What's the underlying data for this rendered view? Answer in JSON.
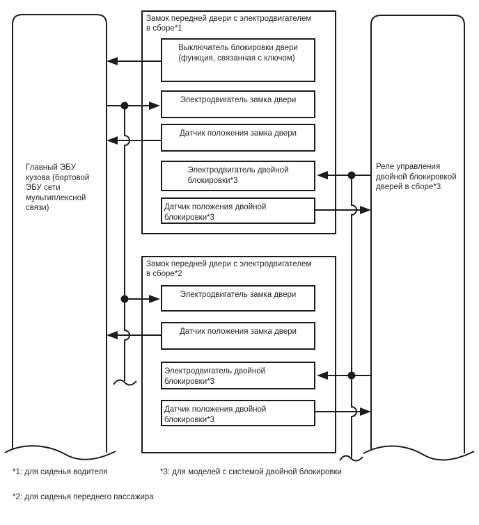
{
  "diagram": {
    "main_ecu": {
      "label": "Главный ЭБУ\nкузова (бортовой\nЭБУ сети\nмультиплексной\nсвязи)"
    },
    "relay": {
      "label": "Реле управления\nдвойной блокировкой\nдверей в сборе*3"
    },
    "lock1": {
      "title": "Замок передней двери с электродвигателем\nв сборе*1",
      "components": [
        {
          "label": "Выключатель блокировки двери\n(функция, связанная с ключом)"
        },
        {
          "label": "Электродвигатель замка двери"
        },
        {
          "label": "Датчик положения замка двери"
        },
        {
          "label": "Электродвигатель двойной\nблокировки*3"
        },
        {
          "label": "Датчик положения двойной блокировки*3"
        }
      ]
    },
    "lock2": {
      "title": "Замок передней двери с электродвигателем\nв сборе*2",
      "components": [
        {
          "label": "Электродвигатель замка двери"
        },
        {
          "label": "Датчик положения замка двери"
        },
        {
          "label": "Электродвигатель двойной блокировки*3"
        },
        {
          "label": "Датчик положения двойной блокировки*3"
        }
      ]
    },
    "footnotes": [
      "*1: для сиденья водителя",
      "*2: для сиденья переднего пассажира",
      "*3: для моделей с системой двойной блокировки"
    ],
    "colors": {
      "line": "#1c1c1c",
      "text": "#262626",
      "background": "#ffffff"
    }
  }
}
